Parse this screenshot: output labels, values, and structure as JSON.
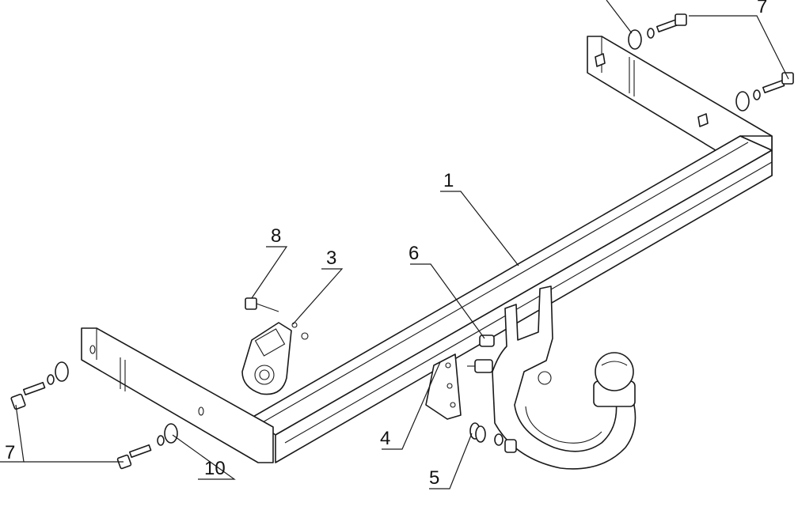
{
  "diagram": {
    "callouts": {
      "c1": "1",
      "c3": "3",
      "c4": "4",
      "c5": "5",
      "c6": "6",
      "c7_left": "7",
      "c7_right": "7",
      "c8": "8",
      "c10": "10"
    }
  }
}
